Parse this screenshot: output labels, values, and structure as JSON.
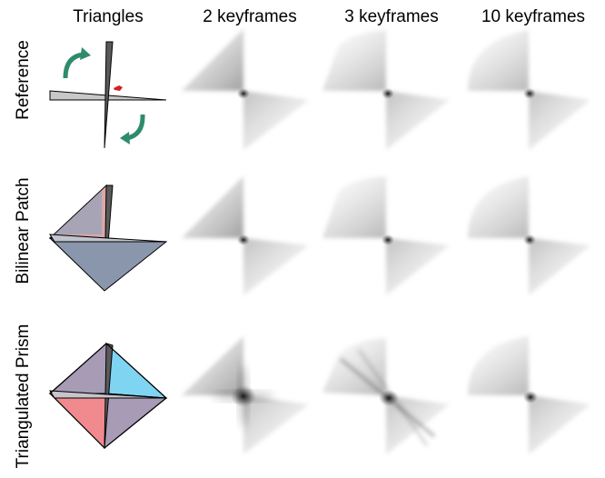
{
  "columns": [
    {
      "label": "Triangles"
    },
    {
      "label": "2 keyframes"
    },
    {
      "label": "3 keyframes"
    },
    {
      "label": "10 keyframes"
    }
  ],
  "rows": [
    {
      "label": "Reference"
    },
    {
      "label": "Bilinear Patch"
    },
    {
      "label": "Triangulated Prism"
    }
  ],
  "colors": {
    "triangle_light": "#c8c8c8",
    "triangle_dark": "#5a5a5a",
    "arrow": "#2e8b6e",
    "marker": "#d42020",
    "patch_fill": "#8a96ac",
    "patch_pink": "#d9a8a8",
    "prism_blue": "#7fd4f2",
    "prism_pink": "#f18a8e",
    "prism_purple": "#a89bb5",
    "blur": "#3a3a3a"
  }
}
